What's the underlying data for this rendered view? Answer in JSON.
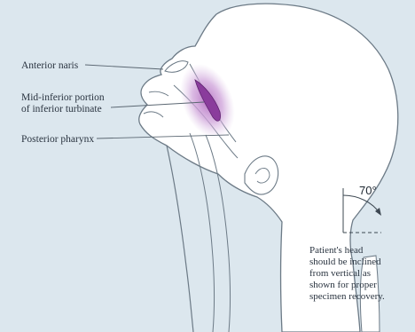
{
  "labels": {
    "anterior_naris": "Anterior naris",
    "mid_inferior_line1": "Mid-inferior portion",
    "mid_inferior_line2": "of inferior turbinate",
    "posterior_pharynx": "Posterior pharynx"
  },
  "angle_label": "70°",
  "note_lines": [
    "Patient's head",
    "should be inclined",
    "from vertical as",
    "shown for proper",
    "specimen recovery."
  ],
  "colors": {
    "background": "#dce7ee",
    "head_fill": "#ffffff",
    "outline": "#6c7a86",
    "turbinate_glow": "#d9b8e0",
    "turbinate_core": "#8a3c9c",
    "text": "#2a3440"
  }
}
